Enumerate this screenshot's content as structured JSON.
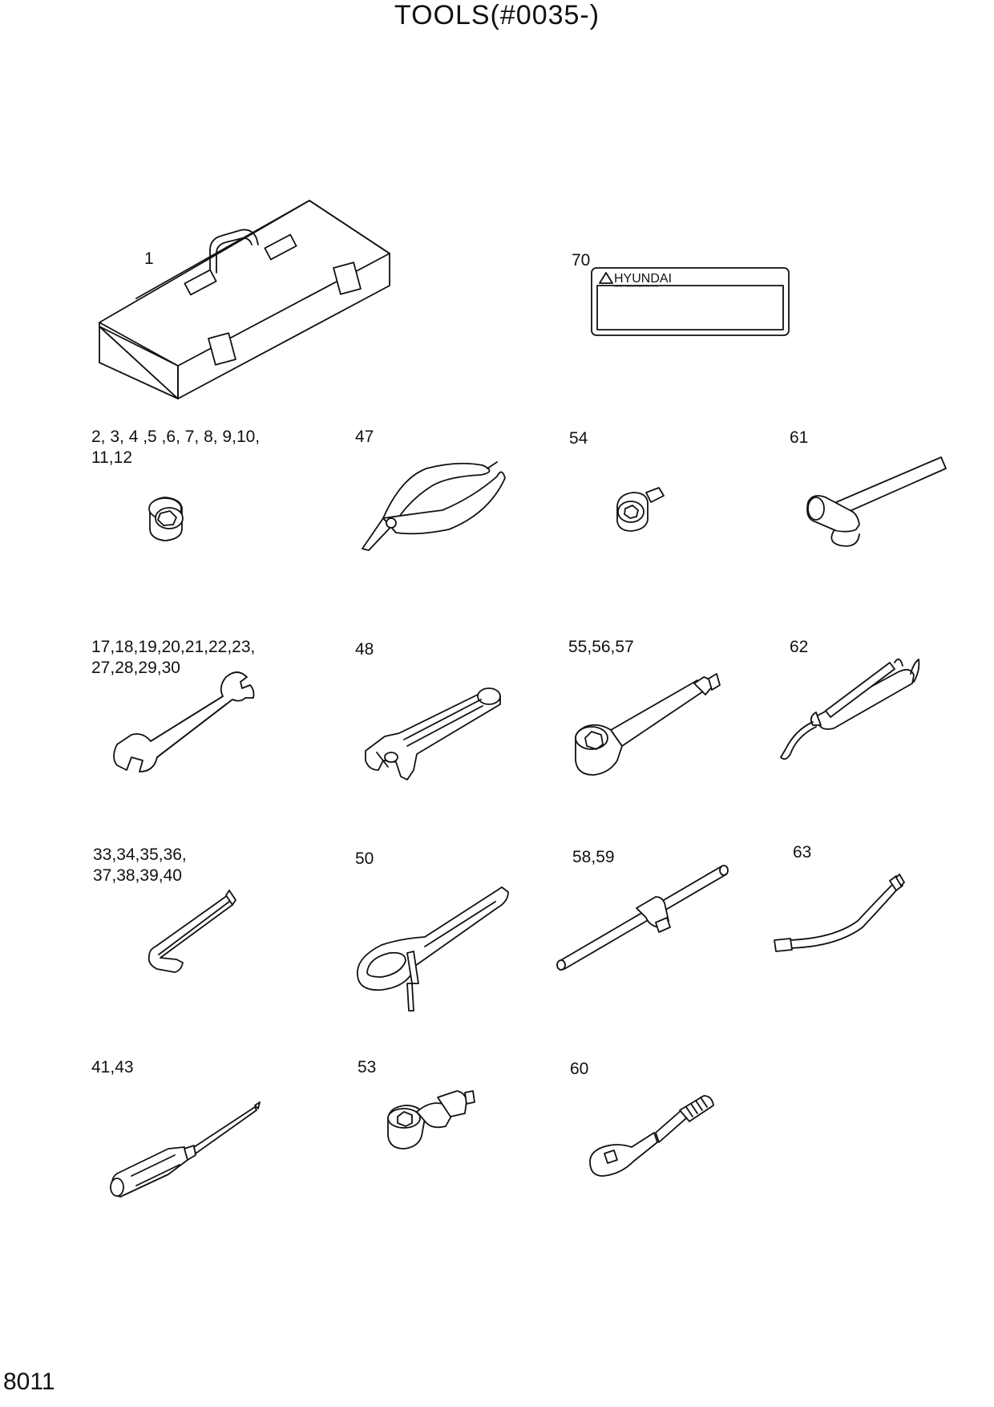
{
  "title": "TOOLS(#0035-)",
  "page_number": "8011",
  "decal": {
    "brand": "HYUNDAI",
    "subtitle": "HEAVY INDUSTRIES CO.,LTD."
  },
  "items": [
    {
      "id": "toolbox",
      "label": "1"
    },
    {
      "id": "decal",
      "label": "70"
    },
    {
      "id": "socket",
      "label": "2, 3, 4 ,5 ,6, 7, 8, 9,10,\n11,12"
    },
    {
      "id": "pliers",
      "label": "47"
    },
    {
      "id": "adapter",
      "label": "54"
    },
    {
      "id": "hammer",
      "label": "61"
    },
    {
      "id": "spanner",
      "label": "17,18,19,20,21,22,23,\n27,28,29,30"
    },
    {
      "id": "adjustable-wrench",
      "label": "48"
    },
    {
      "id": "extension-bar",
      "label": "55,56,57"
    },
    {
      "id": "grease-gun",
      "label": "62"
    },
    {
      "id": "hex-key",
      "label": "33,34,35,36,\n37,38,39,40"
    },
    {
      "id": "filter-wrench",
      "label": "50"
    },
    {
      "id": "t-handle",
      "label": "58,59"
    },
    {
      "id": "grease-hose",
      "label": "63"
    },
    {
      "id": "screwdriver",
      "label": "41,43"
    },
    {
      "id": "universal-joint",
      "label": "53"
    },
    {
      "id": "ratchet",
      "label": "60"
    }
  ]
}
